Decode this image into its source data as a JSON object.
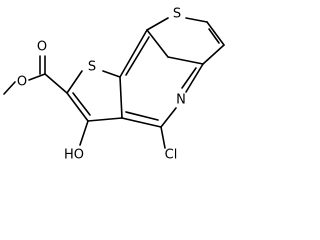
{
  "structure": {
    "atom_labels": {
      "s_top": "S",
      "s_middle": "S",
      "n_pyridine": "N",
      "o_carbonyl": "O",
      "o_ester": "O",
      "oh": "HO",
      "cl": "Cl"
    }
  }
}
